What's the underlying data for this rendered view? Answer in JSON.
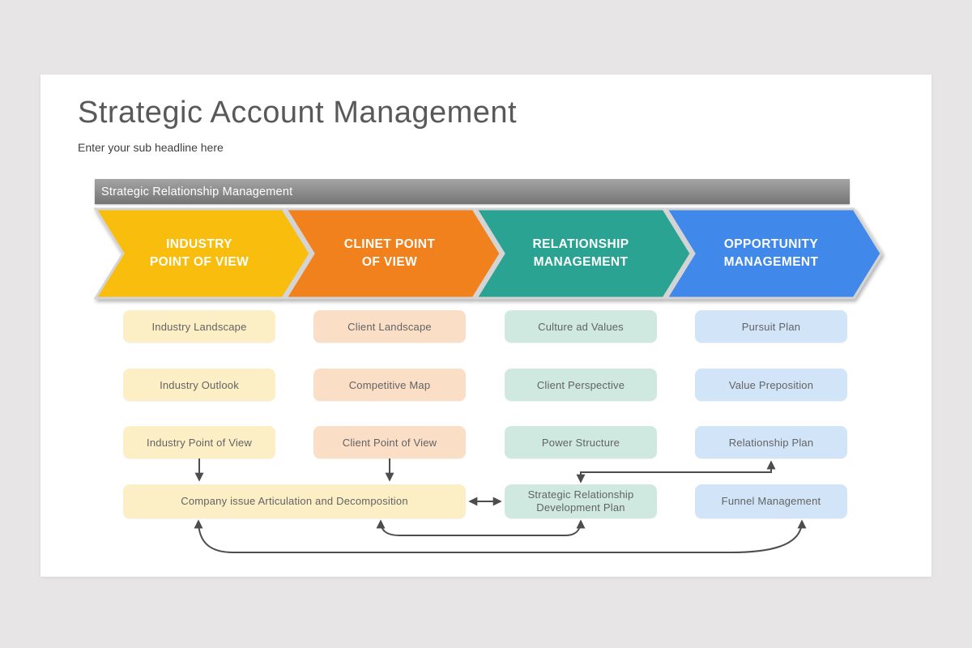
{
  "slide": {
    "title": "Strategic Account Management",
    "subtitle": "Enter your sub headline here"
  },
  "banner": {
    "label": "Strategic Relationship Management"
  },
  "stages": [
    {
      "line1": "INDUSTRY",
      "line2": "POINT OF VIEW",
      "color": "#f9bd0e"
    },
    {
      "line1": "CLINET POINT",
      "line2": "OF VIEW",
      "color": "#f0811f"
    },
    {
      "line1": "RELATIONSHIP",
      "line2": "MANAGEMENT",
      "color": "#2ba392"
    },
    {
      "line1": "OPPORTUNITY",
      "line2": "MANAGEMENT",
      "color": "#4188e9"
    }
  ],
  "grid": {
    "industry": [
      "Industry Landscape",
      "Industry Outlook",
      "Industry Point of View"
    ],
    "client": [
      "Client Landscape",
      "Competitive Map",
      "Client Point of View"
    ],
    "relationship": [
      "Culture ad Values",
      "Client Perspective",
      "Power Structure"
    ],
    "opportunity": [
      "Pursuit Plan",
      "Value Preposition",
      "Relationship Plan"
    ]
  },
  "bottom": {
    "company_issue": "Company issue Articulation and Decomposition",
    "srdp": "Strategic Relationship Development Plan",
    "funnel": "Funnel Management"
  },
  "colors": {
    "box_industry": "#fceec5",
    "box_client": "#fadec6",
    "box_relationship": "#cfe9e1",
    "box_opportunity": "#d2e4f8",
    "chevron_border": "#d4d4d4",
    "connector": "#4d4d4d",
    "banner_gray": "#8f8f8f"
  },
  "links": [
    {
      "from": "Industry Point of View",
      "to": "Company issue Articulation and Decomposition",
      "type": "arrow"
    },
    {
      "from": "Client Point of View",
      "to": "Company issue Articulation and Decomposition",
      "type": "arrow"
    },
    {
      "from": "Company issue Articulation and Decomposition",
      "to": "Strategic Relationship Development Plan",
      "type": "double-arrow"
    },
    {
      "from": "Strategic Relationship Development Plan",
      "to": "Relationship Plan",
      "type": "double-arrow-elbow"
    },
    {
      "from": "Company issue Articulation and Decomposition",
      "to": "Strategic Relationship Development Plan",
      "type": "double-arrow-bottom-route"
    },
    {
      "from": "Company issue Articulation and Decomposition",
      "to": "Funnel Management",
      "type": "double-arrow-bottom-route"
    }
  ]
}
